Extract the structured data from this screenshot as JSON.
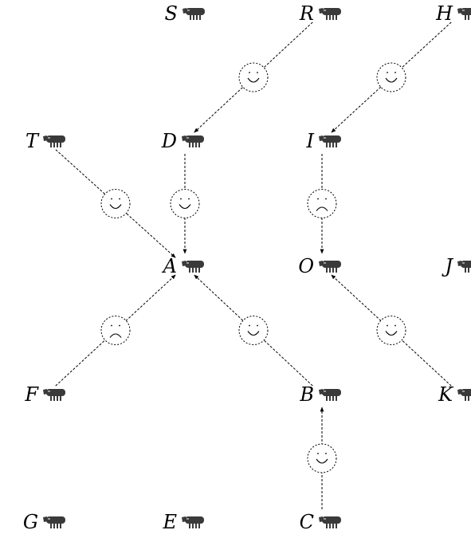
{
  "nodes": [
    {
      "id": "S",
      "label": "S"
    },
    {
      "id": "R",
      "label": "R"
    },
    {
      "id": "H",
      "label": "H"
    },
    {
      "id": "T",
      "label": "T"
    },
    {
      "id": "D",
      "label": "D"
    },
    {
      "id": "I",
      "label": "I"
    },
    {
      "id": "A",
      "label": "A"
    },
    {
      "id": "O",
      "label": "O"
    },
    {
      "id": "J",
      "label": "J"
    },
    {
      "id": "F",
      "label": "F"
    },
    {
      "id": "B",
      "label": "B"
    },
    {
      "id": "K",
      "label": "K"
    },
    {
      "id": "G",
      "label": "G"
    },
    {
      "id": "E",
      "label": "E"
    },
    {
      "id": "C",
      "label": "C"
    }
  ],
  "edges": [
    {
      "from": "R",
      "to": "D",
      "mood": "happy"
    },
    {
      "from": "H",
      "to": "I",
      "mood": "happy"
    },
    {
      "from": "T",
      "to": "A",
      "mood": "happy"
    },
    {
      "from": "D",
      "to": "A",
      "mood": "happy"
    },
    {
      "from": "I",
      "to": "O",
      "mood": "sad"
    },
    {
      "from": "F",
      "to": "A",
      "mood": "sad"
    },
    {
      "from": "B",
      "to": "A",
      "mood": "happy"
    },
    {
      "from": "K",
      "to": "O",
      "mood": "happy"
    },
    {
      "from": "C",
      "to": "B",
      "mood": "happy"
    }
  ],
  "colors": {
    "icon": "#3a3a3a",
    "line": "#000000"
  }
}
